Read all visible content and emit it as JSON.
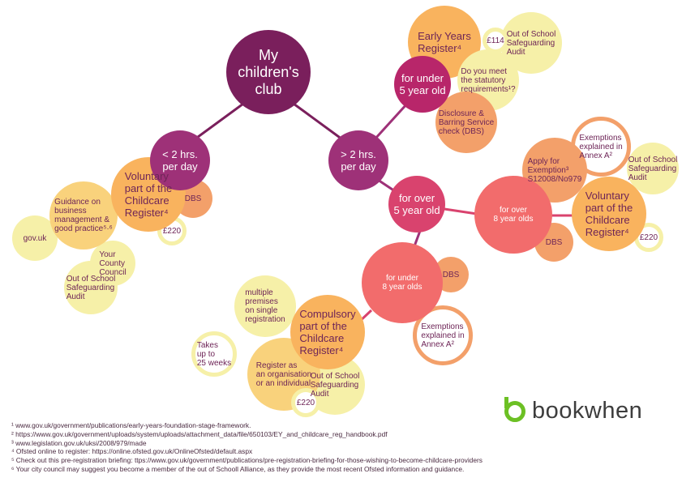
{
  "bubbles": {
    "root": "My\nchildren's\nclub",
    "lt2": "< 2 hrs.\nper day",
    "gt2": "> 2 hrs.\nper day",
    "under5": "for under\n5 year old",
    "early_years": "Early Years\nRegister⁴",
    "fee114": "£114",
    "oss_top": "Out of School\nSafeguarding\nAudit",
    "statutory": "Do you meet\nthe statutory\nrequirements¹?",
    "dbs_full": "Disclosure &\nBarring Service\ncheck (DBS)",
    "over5": "for over\n5 year old",
    "over8": "for over\n8 year olds",
    "apply_exemption": "Apply for\nExemption³\nS12008/No979",
    "exemptions_right": "Exemptions\nexplained in\nAnnex A²",
    "oss_right": "Out of School\nSafeguarding\nAudit",
    "voluntary_right": "Voluntary\npart of the\nChildcare\nRegister⁴",
    "dbs_right": "DBS",
    "fee220_right": "£220",
    "under8": "for under\n8 year olds",
    "dbs_under8": "DBS",
    "exemptions_under8": "Exemptions\nexplained in\nAnnex A²",
    "compulsory": "Compulsory\npart of the\nChildcare\nRegister⁴",
    "multiple_premises": "multiple\npremises\non single\nregistration",
    "takes_25": "Takes\nup to\n25 weeks",
    "register_as": "Register as\nan organisation\nor an individual",
    "oss_bottom": "Out of School\nSafeguarding\nAudit",
    "fee220_bottom": "£220",
    "voluntary_left": "Voluntary\npart of the\nChildcare\nRegister⁴",
    "dbs_left": "DBS",
    "fee220_left": "£220",
    "guidance": "Guidance on\nbusiness\nmanagement &\ngood practice⁵·⁶",
    "govuk": "gov.uk",
    "county_council": "Your\nCounty\nCouncil",
    "oss_left": "Out of School\nSafeguarding\nAudit"
  },
  "footnotes": [
    "¹ www.gov.uk/government/publications/early-years-foundation-stage-framework.",
    "² https://www.gov.uk/government/uploads/system/uploads/attachment_data/file/650103/EY_and_childcare_reg_handbook.pdf",
    "³ www.legislation.gov.uk/uksi/2008/979/made",
    "⁴ Ofsted online to register: https://online.ofsted.gov.uk/OnlineOfsted/default.aspx",
    "⁵ Check out this pre-registration briefing: ttps://www.gov.uk/government/publications/pre-registration-briefing-for-those-wishing-to-become-childcare-providers",
    "⁶  Your city council may suggest you become a member of the out of Schooll Alliance, as they provide the most recent Ofsted information and guidance."
  ],
  "logo": {
    "text": "bookwhen",
    "color": "#6cc024"
  },
  "colors": {
    "root": "#7a1f5c",
    "branch": "#9e3178",
    "coral": "#f26c6c",
    "orange": "#f9b35e",
    "peach": "#f3a06a",
    "yellow": "#f6f0a8"
  }
}
